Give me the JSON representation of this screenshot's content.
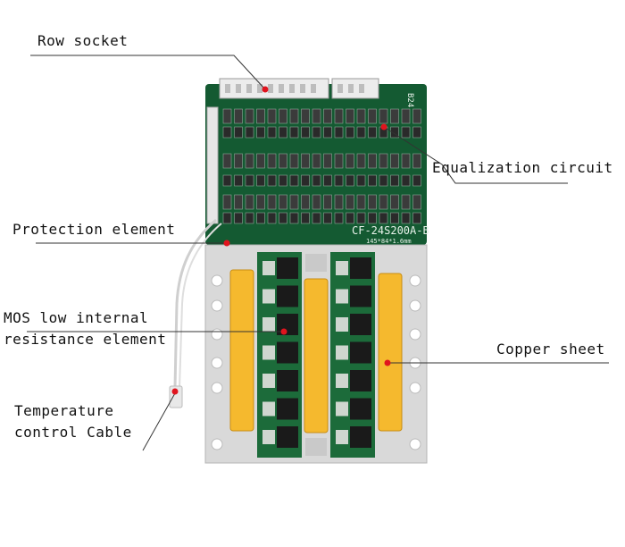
{
  "labels": {
    "row_socket": "Row socket",
    "equalization_circuit": "Equalization circuit",
    "protection_element": "Protection element",
    "mos_line1": "MOS low internal",
    "mos_line2": "resistance element",
    "copper_sheet": "Copper sheet",
    "temp_line1": "Temperature",
    "temp_line2": "control Cable"
  },
  "board": {
    "model": "CF-24S200A-B",
    "dimensions": "145*84*1.6mm",
    "connector_mark": "B24"
  },
  "colors": {
    "pcb_green": "#145a32",
    "copper_yellow": "#f5b92e",
    "marker_red": "#e0141e",
    "leader_line": "#333333"
  }
}
